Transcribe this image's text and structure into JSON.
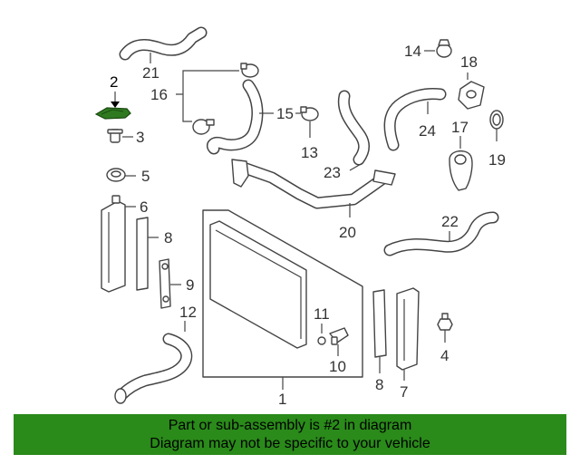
{
  "callouts": {
    "c1": "1",
    "c2": "2",
    "c3": "3",
    "c4": "4",
    "c5": "5",
    "c6": "6",
    "c7": "7",
    "c8a": "8",
    "c8b": "8",
    "c9": "9",
    "c10": "10",
    "c11": "11",
    "c12": "12",
    "c13": "13",
    "c14": "14",
    "c15": "15",
    "c16": "16",
    "c17": "17",
    "c18": "18",
    "c19": "19",
    "c20": "20",
    "c21": "21",
    "c22": "22",
    "c23": "23",
    "c24": "24"
  },
  "banner": {
    "line1": "Part or sub-assembly is #2 in diagram",
    "line2": "Diagram may not be specific to your vehicle"
  },
  "colors": {
    "banner_bg": "#2a8a1a",
    "highlight_part": "#2f7a20",
    "line_art": "#444444"
  }
}
